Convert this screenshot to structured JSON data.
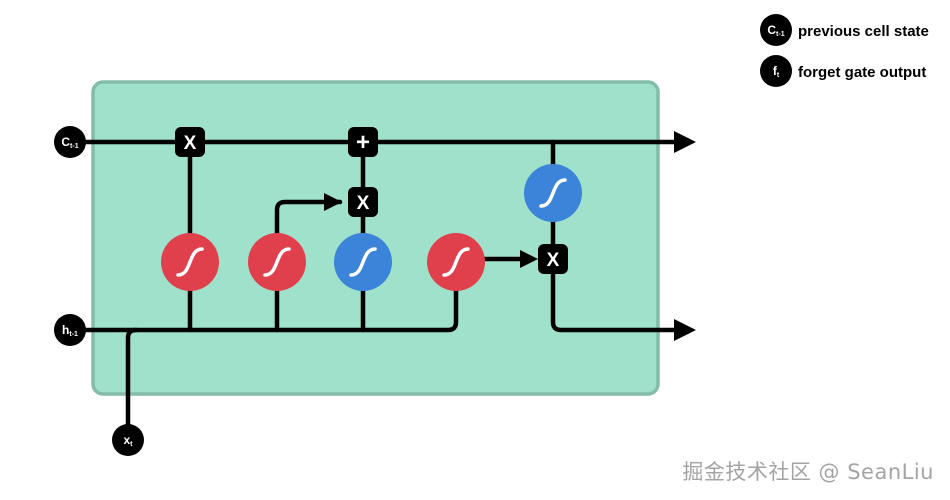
{
  "legend": {
    "items": [
      {
        "symbol": {
          "base": "C",
          "sub": "t-1"
        },
        "label": "previous cell state"
      },
      {
        "symbol": {
          "base": "f",
          "sub": "t"
        },
        "label": "forget gate output"
      }
    ]
  },
  "inputs": {
    "cell_prev": {
      "base": "C",
      "sub": "t-1"
    },
    "hidden_prev": {
      "base": "h",
      "sub": "t-1"
    },
    "x_t": {
      "base": "x",
      "sub": "t"
    }
  },
  "operations": {
    "multiply": "X",
    "add": "+"
  },
  "watermark": "掘金技术社区 @ SeanLiu",
  "colors": {
    "cell_background": "#9fe1cb",
    "cell_border": "#83bca8",
    "sigmoid_layer": "#e0404c",
    "tanh_layer": "#3b84d9",
    "op_node": "#000000",
    "watermark": "#a4a4a4"
  }
}
